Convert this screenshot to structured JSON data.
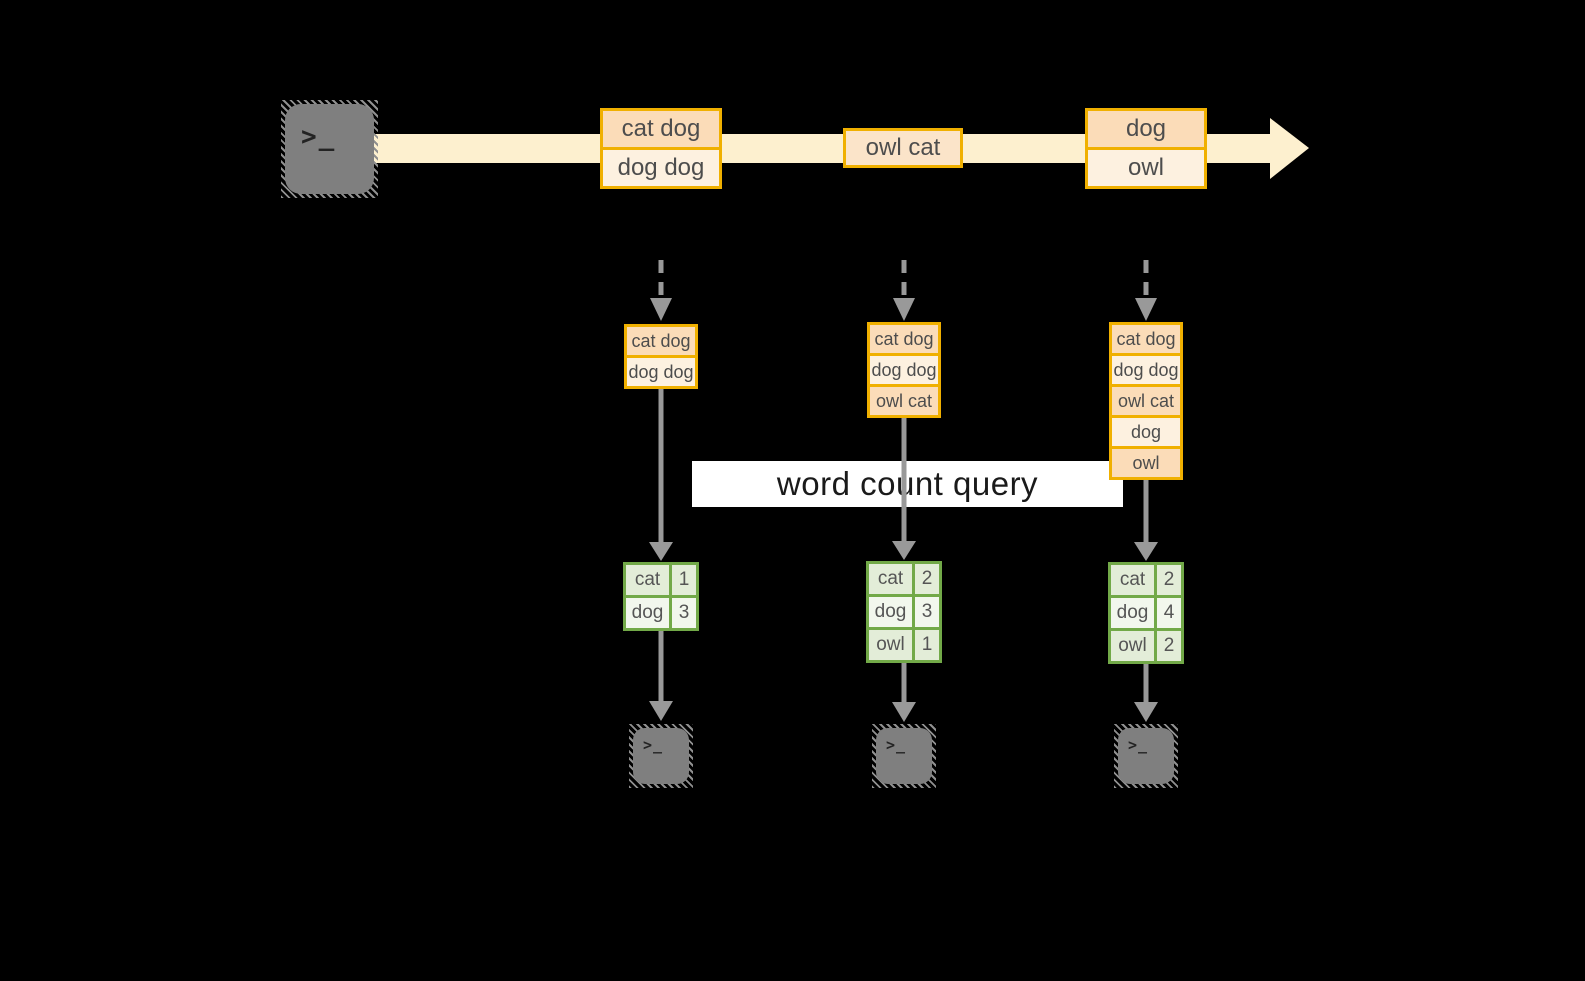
{
  "colors": {
    "background": "#000000",
    "record_border": "#f0b000",
    "record_fill_dark": "#fbdcb8",
    "record_fill_light": "#fdf1e0",
    "stream_band": "#fdf0cf",
    "table_border": "#72a948",
    "table_cell_dark": "#e3edd8",
    "table_cell_light": "#f2f7ed",
    "arrow_gray": "#999999",
    "terminal_gray": "#7f7f7f",
    "query_background": "#ffffff"
  },
  "source_terminal": {
    "glyph": ">_"
  },
  "stream": {
    "boxes": [
      {
        "rows": [
          "cat dog",
          "dog dog"
        ]
      },
      {
        "rows": [
          "owl cat"
        ]
      },
      {
        "rows": [
          "dog",
          "owl"
        ]
      }
    ]
  },
  "query": {
    "label": "word count query"
  },
  "columns": [
    {
      "buffer": [
        "cat dog",
        "dog dog"
      ],
      "counts": [
        {
          "word": "cat",
          "count": "1"
        },
        {
          "word": "dog",
          "count": "3"
        }
      ],
      "terminal_glyph": ">_"
    },
    {
      "buffer": [
        "cat dog",
        "dog dog",
        "owl cat"
      ],
      "counts": [
        {
          "word": "cat",
          "count": "2"
        },
        {
          "word": "dog",
          "count": "3"
        },
        {
          "word": "owl",
          "count": "1"
        }
      ],
      "terminal_glyph": ">_"
    },
    {
      "buffer": [
        "cat dog",
        "dog dog",
        "owl cat",
        "dog",
        "owl"
      ],
      "counts": [
        {
          "word": "cat",
          "count": "2"
        },
        {
          "word": "dog",
          "count": "4"
        },
        {
          "word": "owl",
          "count": "2"
        }
      ],
      "terminal_glyph": ">_"
    }
  ]
}
